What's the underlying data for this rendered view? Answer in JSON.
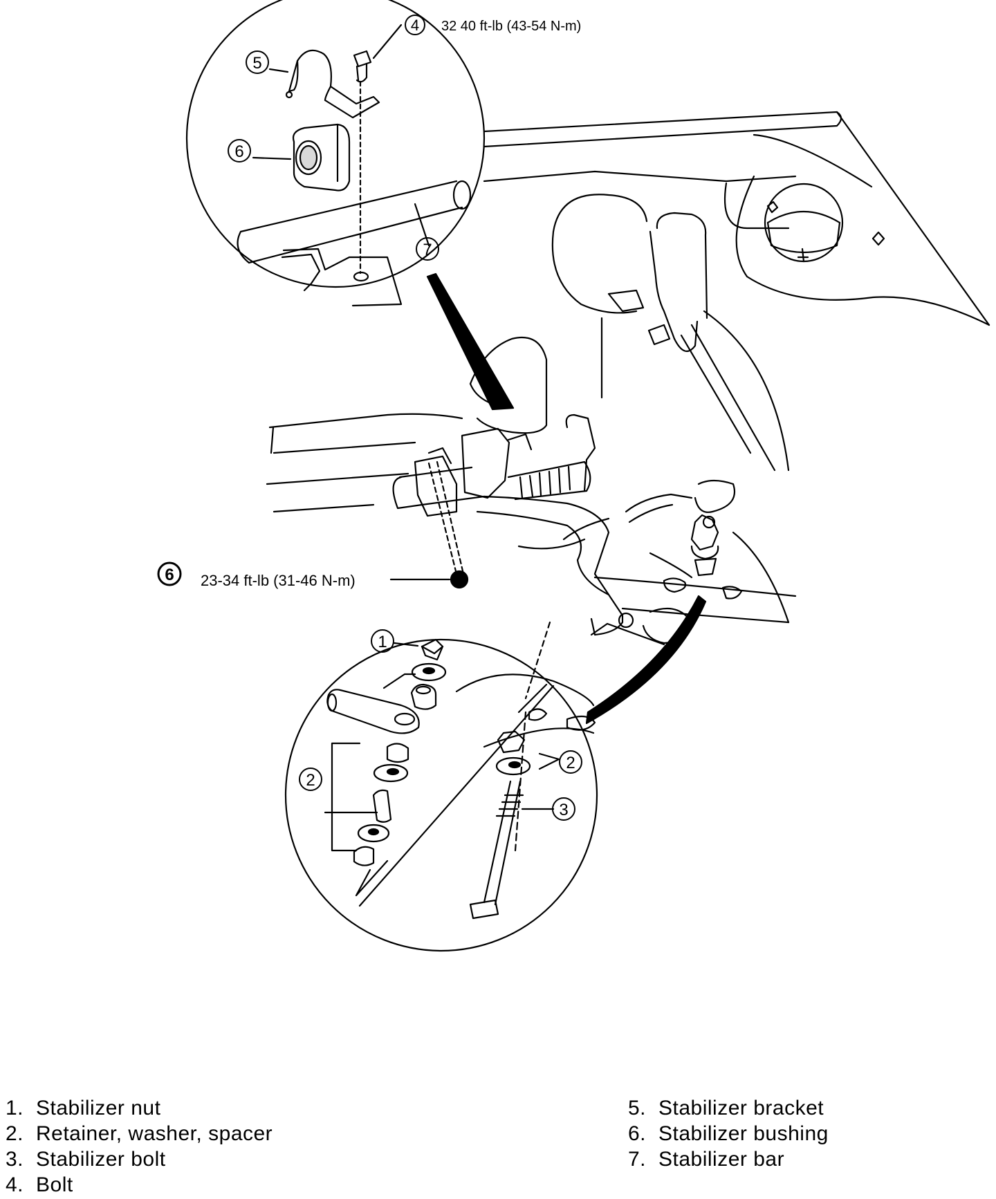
{
  "callouts": {
    "c4": {
      "num": "4",
      "torque": "32 40 ft-lb (43-54 N-m)"
    },
    "c5": {
      "num": "5"
    },
    "c6_top": {
      "num": "6"
    },
    "c7": {
      "num": "7"
    },
    "c6_mid": {
      "num": "6",
      "torque": "23-34 ft-lb (31-46 N-m)"
    },
    "c1": {
      "num": "1"
    },
    "c2_left": {
      "num": "2"
    },
    "c2_right": {
      "num": "2"
    },
    "c3": {
      "num": "3"
    }
  },
  "legend": {
    "left": [
      {
        "num": "1.",
        "label": "Stabilizer nut"
      },
      {
        "num": "2.",
        "label": "Retainer, washer, spacer"
      },
      {
        "num": "3.",
        "label": "Stabilizer bolt"
      },
      {
        "num": "4.",
        "label": "Bolt"
      }
    ],
    "right": [
      {
        "num": "5.",
        "label": "Stabilizer bracket"
      },
      {
        "num": "6.",
        "label": "Stabilizer bushing"
      },
      {
        "num": "7.",
        "label": "Stabilizer bar"
      }
    ]
  },
  "colors": {
    "line": "#000000",
    "background": "#ffffff"
  }
}
